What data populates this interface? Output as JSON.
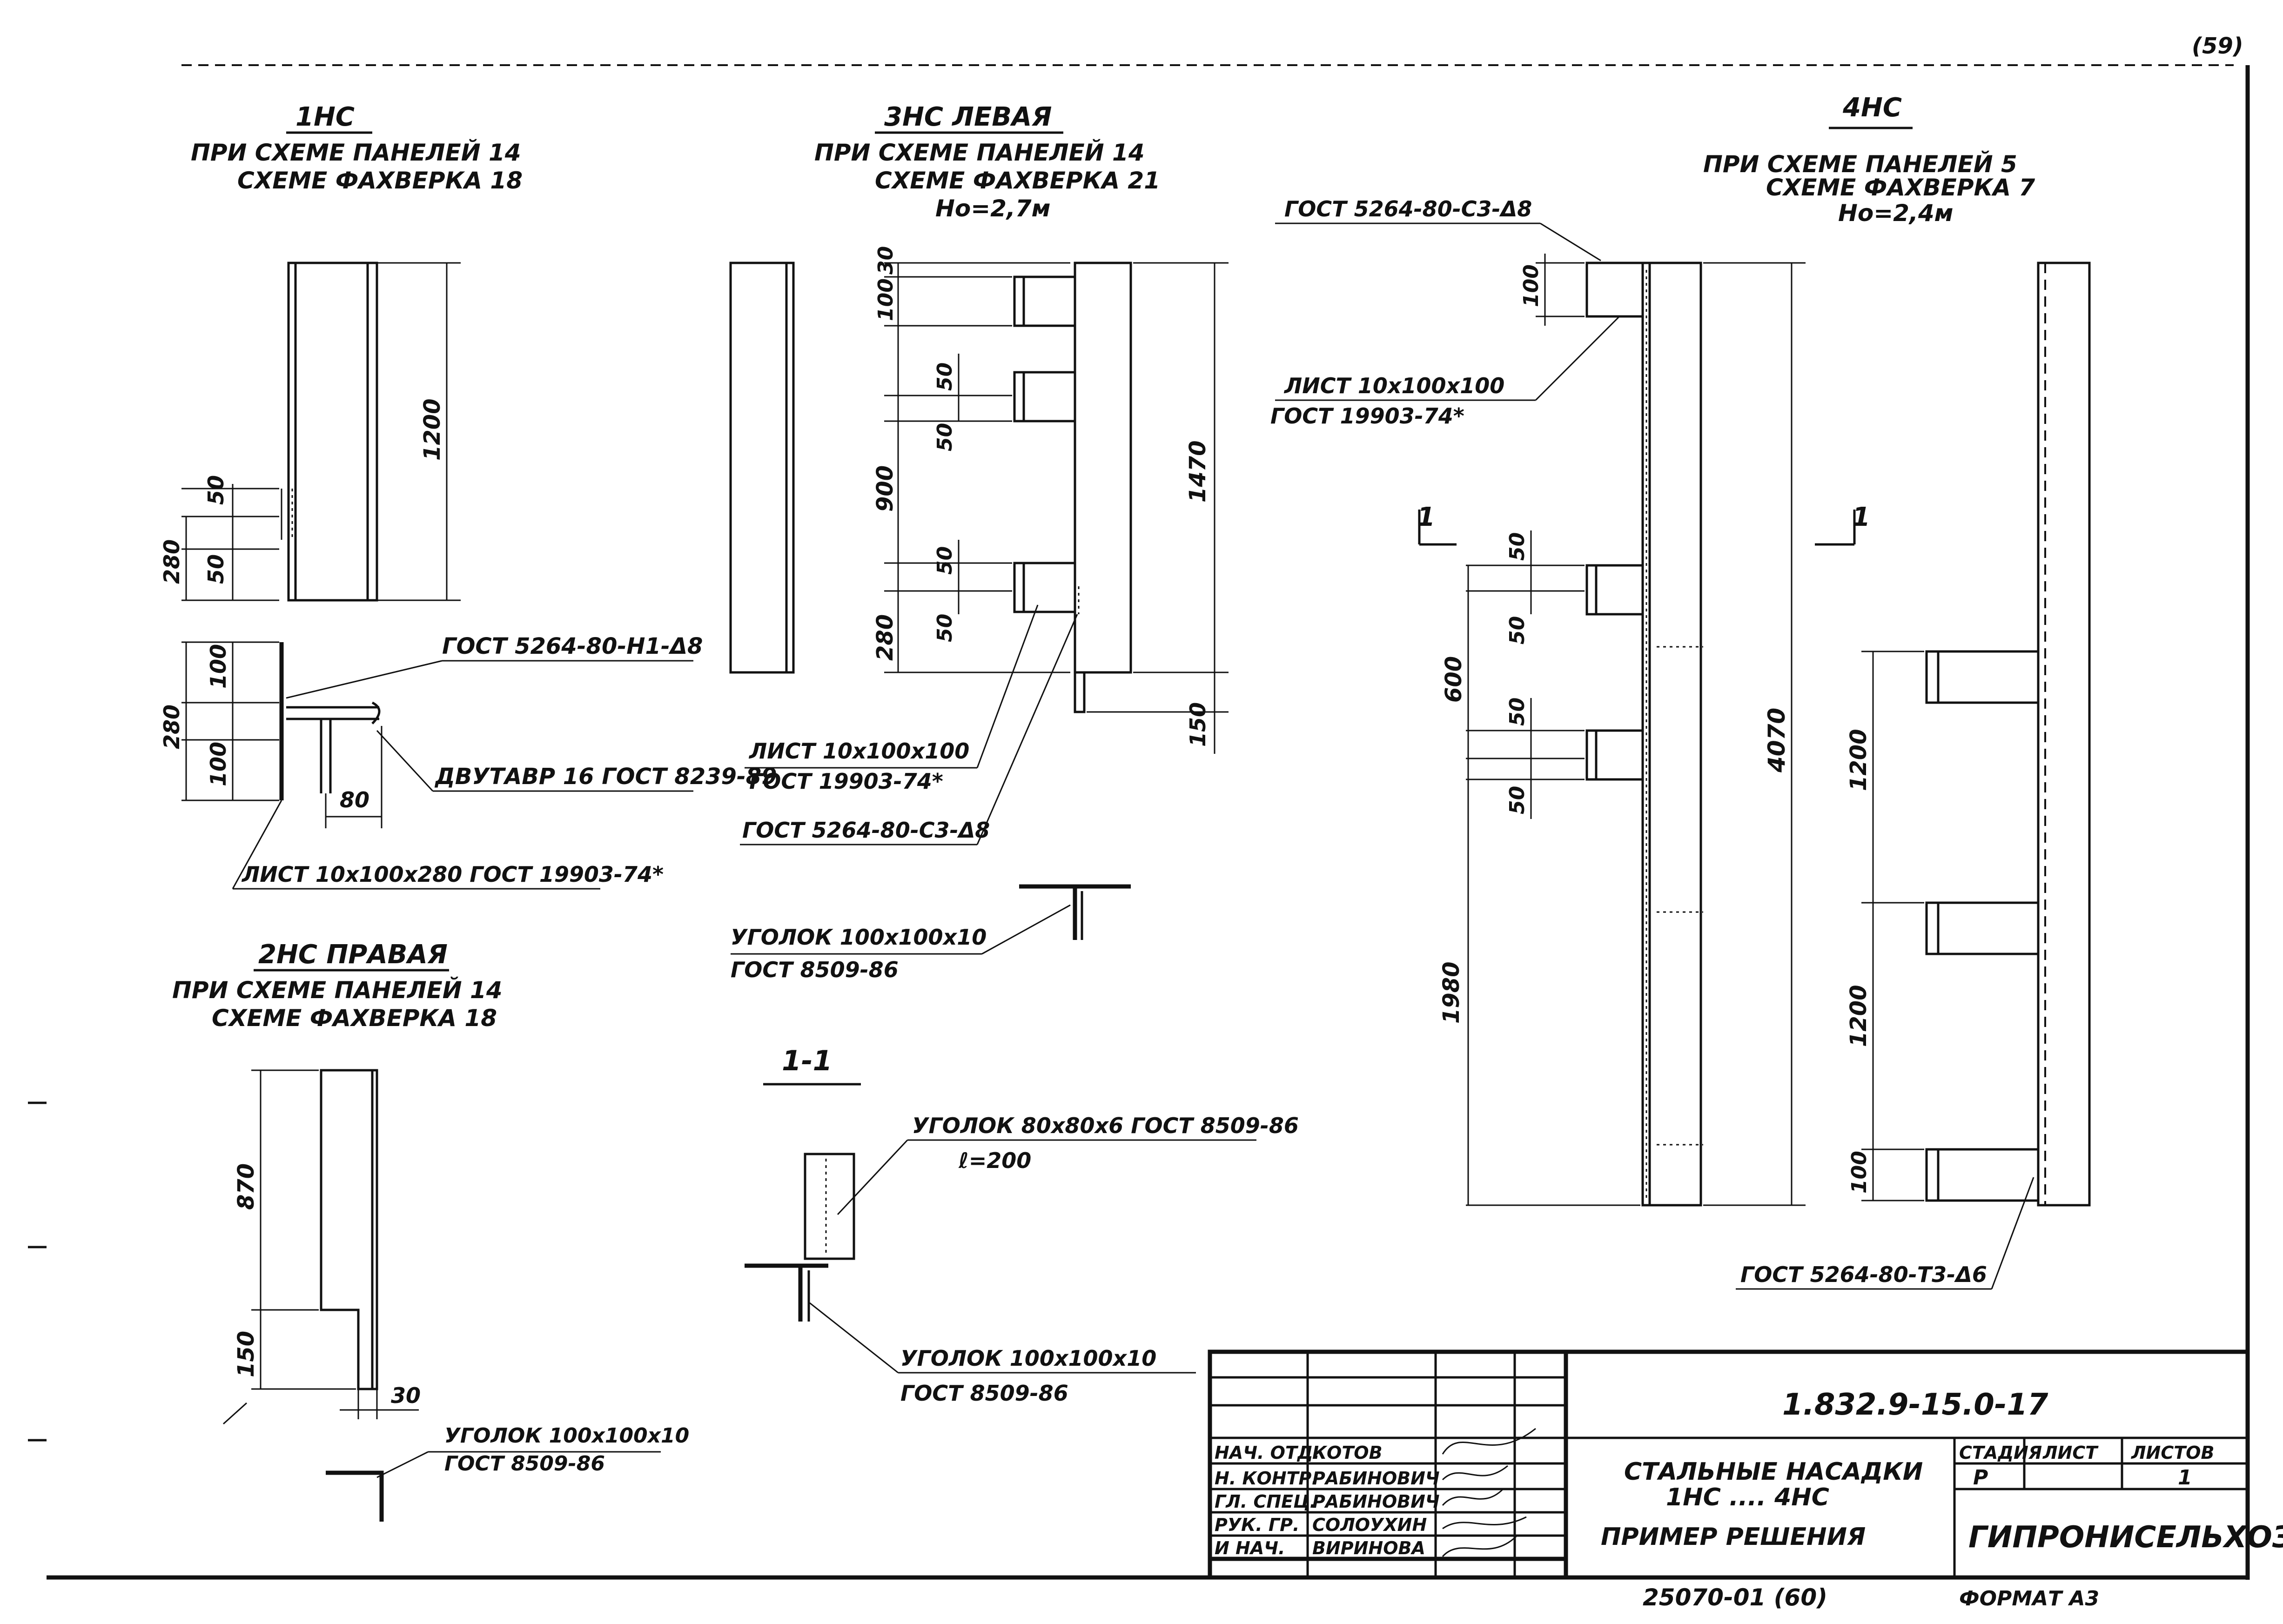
{
  "sheet_number_corner": "(59)",
  "nc1": {
    "title": "1НС",
    "line1": "ПРИ СХЕМЕ ПАНЕЛЕЙ 14",
    "line2": "СХЕМЕ ФАХВЕРКА 18",
    "dim_1200": "1200",
    "dim_280": "280",
    "dim_50a": "50",
    "dim_50b": "50",
    "sec_dim_100a": "100",
    "sec_dim_100b": "100",
    "sec_dim_280": "280",
    "sec_dim_80": "80",
    "weld_label": "ГОСТ 5264-80-Н1-Δ8",
    "beam_label": "ДВУТАВР 16 ГОСТ 8239-89",
    "plate_label": "ЛИСТ 10х100х280 ГОСТ 19903-74*"
  },
  "nc2": {
    "title": "2НС ПРАВАЯ",
    "line1": "ПРИ СХЕМЕ ПАНЕЛЕЙ 14",
    "line2": "СХЕМЕ ФАХВЕРКА 18",
    "dim_870": "870",
    "dim_150": "150",
    "dim_30": "30",
    "angle_label1": "УГОЛОК 100х100х10",
    "angle_label2": "ГОСТ 8509-86"
  },
  "nc3": {
    "title": "3НС ЛЕВАЯ",
    "line1": "ПРИ СХЕМЕ ПАНЕЛЕЙ 14",
    "line2": "СХЕМЕ ФАХВЕРКА 21",
    "line3": "Но=2,7м",
    "dim_30": "30",
    "dim_100": "100",
    "dim_50a": "50",
    "dim_50b": "50",
    "dim_900": "900",
    "dim_50c": "50",
    "dim_280": "280",
    "dim_50d": "50",
    "dim_1470": "1470",
    "dim_150": "150",
    "plate_label1": "ЛИСТ 10х100х100",
    "plate_label2": "ГОСТ 19903-74*",
    "weld_label": "ГОСТ 5264-80-С3-Δ8",
    "angle_label1": "УГОЛОК 100х100х10",
    "angle_label2": "ГОСТ 8509-86"
  },
  "section11": {
    "title": "1-1",
    "angle80_label1": "УГОЛОК 80х80х6 ГОСТ 8509-86",
    "angle80_label2": "ℓ=200",
    "angle100_label1": "УГОЛОК 100х100х10",
    "angle100_label2": "ГОСТ 8509-86"
  },
  "nc4": {
    "title": "4НС",
    "line1": "ПРИ СХЕМЕ ПАНЕЛЕЙ 5",
    "line2": "СХЕМЕ ФАХВЕРКА 7",
    "line3": "Но=2,4м",
    "weld_top_label": "ГОСТ 5264-80-С3-Δ8",
    "plate_label1": "ЛИСТ 10х100х100",
    "plate_label2": "ГОСТ 19903-74*",
    "dim_100": "100",
    "dim_50a": "50",
    "dim_50b": "50",
    "dim_600": "600",
    "dim_50c": "50",
    "dim_50d": "50",
    "dim_1980": "1980",
    "dim_4070": "4070",
    "cut_mark_left": "1",
    "cut_mark_right": "1",
    "side_dim_1200a": "1200",
    "side_dim_1200b": "1200",
    "side_dim_100": "100",
    "weld_bottom_label": "ГОСТ 5264-80-Т3-Δ6"
  },
  "title_block": {
    "doc_code": "1.832.9-15.0-17",
    "rows": [
      {
        "role": "НАЧ. ОТД.",
        "name": "КОТОВ"
      },
      {
        "role": "Н. КОНТР.",
        "name": "РАБИНОВИЧ"
      },
      {
        "role": "ГЛ. СПЕЦ.",
        "name": "РАБИНОВИЧ"
      },
      {
        "role": "РУК. ГР.",
        "name": "СОЛОУХИН"
      },
      {
        "role": "И НАЧ.",
        "name": "ВИРИНОВА"
      }
    ],
    "name_line1": "СТАЛЬНЫЕ НАСАДКИ",
    "name_line2": "1НС .... 4НС",
    "name_line3": "ПРИМЕР РЕШЕНИЯ",
    "stage_header": "СТАДИЯ",
    "sheet_header": "ЛИСТ",
    "sheets_header": "ЛИСТОВ",
    "stage_value": "Р",
    "sheets_value": "1",
    "organization": "ГИПРОНИСЕЛЬХОЗ"
  },
  "footer": {
    "inventory": "25070-01 (60)",
    "format": "ФОРМАТ А3"
  }
}
